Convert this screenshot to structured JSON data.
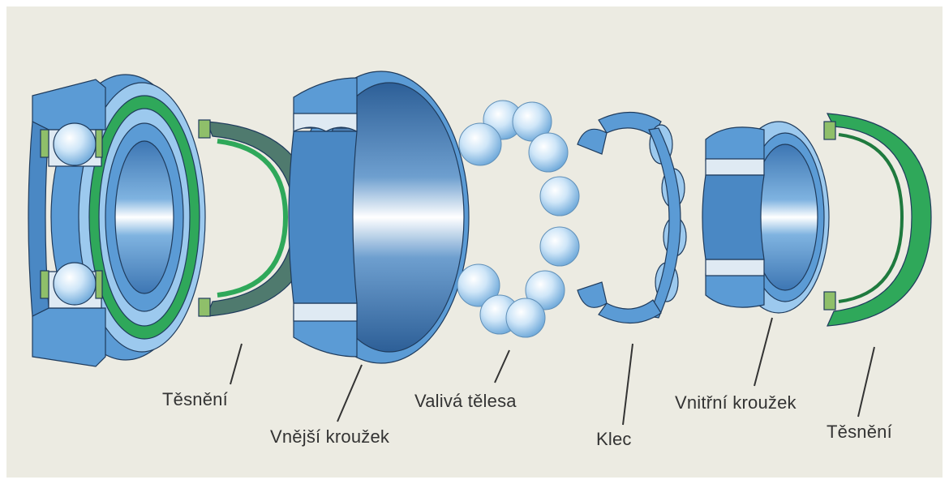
{
  "labels": {
    "seal_left": "Těsnění",
    "outer_ring": "Vnější kroužek",
    "rolling_elements": "Valivá tělesa",
    "cage": "Klec",
    "inner_ring": "Vnitřní kroužek",
    "seal_right": "Těsnění"
  },
  "colors": {
    "background": "#ecebe2",
    "steel_blue": "#5b9bd5",
    "steel_light": "#9cc9ee",
    "steel_dark": "#2f6aa8",
    "seal_green": "#2fa85a",
    "seal_dark_green": "#4f7a6e",
    "ball": "#d9ecfb",
    "leader_line": "#333333"
  }
}
